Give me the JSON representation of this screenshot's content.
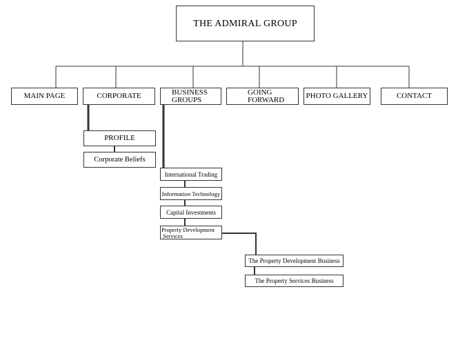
{
  "title": "THE  ADMIRAL  GROUP",
  "nav": {
    "main_page": "MAIN PAGE",
    "corporate": "CORPORATE",
    "business_groups_line1": "BUSINESS",
    "business_groups_line2": "GROUPS",
    "going_forward_line1": "GOING",
    "going_forward_line2": "FORWARD",
    "photo_gallery": "PHOTO  GALLERY",
    "contact": "CONTACT"
  },
  "corporate_children": {
    "profile": "PROFILE",
    "corporate_beliefs": "Corporate  Beliefs"
  },
  "business_children": {
    "international_trading": "International  Trading",
    "information_technology": "Information  Technology",
    "capital_investments": "Capital  Investments",
    "property_development_line1": "Property Development",
    "property_development_line2": "Services"
  },
  "property_children": {
    "property_development_business": "The Property Development Business",
    "property_services_business": "The Property Services Business"
  },
  "colors": {
    "line": "#333333",
    "background": "#ffffff"
  }
}
